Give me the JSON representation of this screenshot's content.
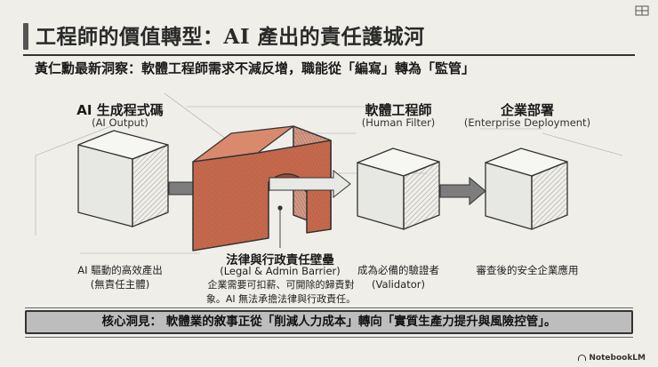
{
  "title": "工程師的價值轉型：AI 產出的責任護城河",
  "subtitle": "黃仁勳最新洞察：軟體工程師需求不減反增，職能從「編寫」轉為「監管」",
  "stages": [
    {
      "title": "AI 生成程式碼",
      "subtitle": "(AI Output)",
      "caption": [
        "AI 驅動的高效產出",
        "(無責任主體)"
      ]
    },
    {
      "title": "法律與行政責任壁壘",
      "subtitle": "(Legal & Admin Barrier)",
      "caption": [
        "企業需要可扣薪、可開除的歸責對",
        "象。AI 無法承擔法律與行政責任。"
      ]
    },
    {
      "title": "軟體工程師",
      "subtitle": "(Human Filter)",
      "caption": [
        "成為必備的驗證者",
        "(Validator)"
      ]
    },
    {
      "title": "企業部署",
      "subtitle": "(Enterprise Deployment)",
      "caption": [
        "審查後的安全企業應用"
      ]
    }
  ],
  "footer": "核心洞見： 軟體業的敘事正從「削減人力成本」轉向「實質生產力提升與風險控管」。",
  "brand": "NotebookLM",
  "colors": {
    "barrier": "#c66a4e",
    "barrier_dark": "#9b4a33",
    "footer_bg": "#bdbdbd",
    "line": "#333333"
  }
}
